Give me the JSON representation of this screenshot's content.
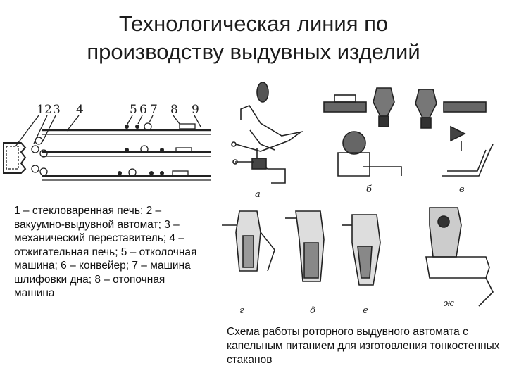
{
  "title": {
    "line1": "Технологическая линия по",
    "line2": "производству выдувных изделий"
  },
  "line_numbers": [
    "1",
    "2",
    "3",
    "4",
    "5",
    "6",
    "7",
    "8",
    "9"
  ],
  "legend_text": "1 – стекловаренная печь; 2 – вакуумно-выдувной автомат; 3 – механический переставитель; 4 – отжигательная печь; 5 – отколочная машина; 6 – конвейер; 7 – машина шлифовки дна; 8 – отопочная машина",
  "caption_text": "Схема работы роторного выдувного автомата с капельным питанием для изготовления тонкостенных стаканов",
  "stage_letters": [
    "а",
    "б",
    "в",
    "г",
    "д",
    "е",
    "ж"
  ]
}
